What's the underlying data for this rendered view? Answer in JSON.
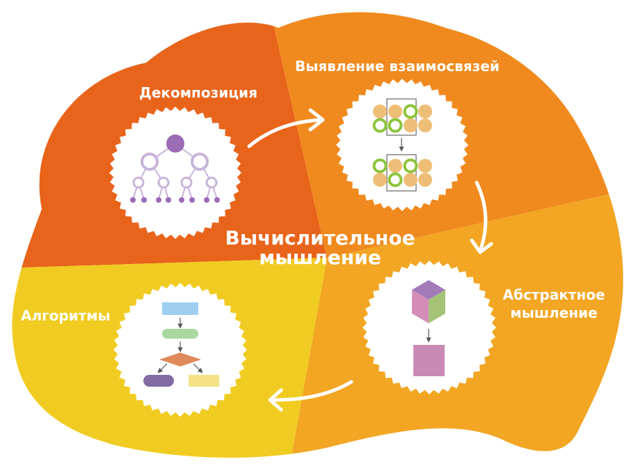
{
  "title": {
    "line1": "Вычислительное",
    "line2": "мышление"
  },
  "quadrants": {
    "decomposition": {
      "label": "Декомпозиция",
      "color": "#E8641B",
      "icon": "tree-hierarchy-icon"
    },
    "patterns": {
      "label": "Выявление взаимосвязей",
      "color": "#F08A1E",
      "icon": "pattern-matching-icon"
    },
    "abstraction": {
      "label_line1": "Абстрактное",
      "label_line2": "мышление",
      "color": "#F2A623",
      "icon": "cube-to-square-icon"
    },
    "algorithms": {
      "label": "Алгоритмы",
      "color": "#F0CC22",
      "icon": "flowchart-icon"
    }
  },
  "colors": {
    "purple": "#9B6BB5",
    "lavender_ring": "#C8B3D9",
    "peach": "#EEBE77",
    "green_ring": "#8DC43C",
    "cube_top": "#A27BB8",
    "cube_left": "#D38DB8",
    "cube_right": "#A5C277",
    "square": "#C98AB6",
    "flow_blue": "#9ECFF0",
    "flow_green": "#A9D9A0",
    "flow_diamond": "#E0895A",
    "flow_pill": "#836CA3",
    "flow_yellow": "#F4E287"
  }
}
